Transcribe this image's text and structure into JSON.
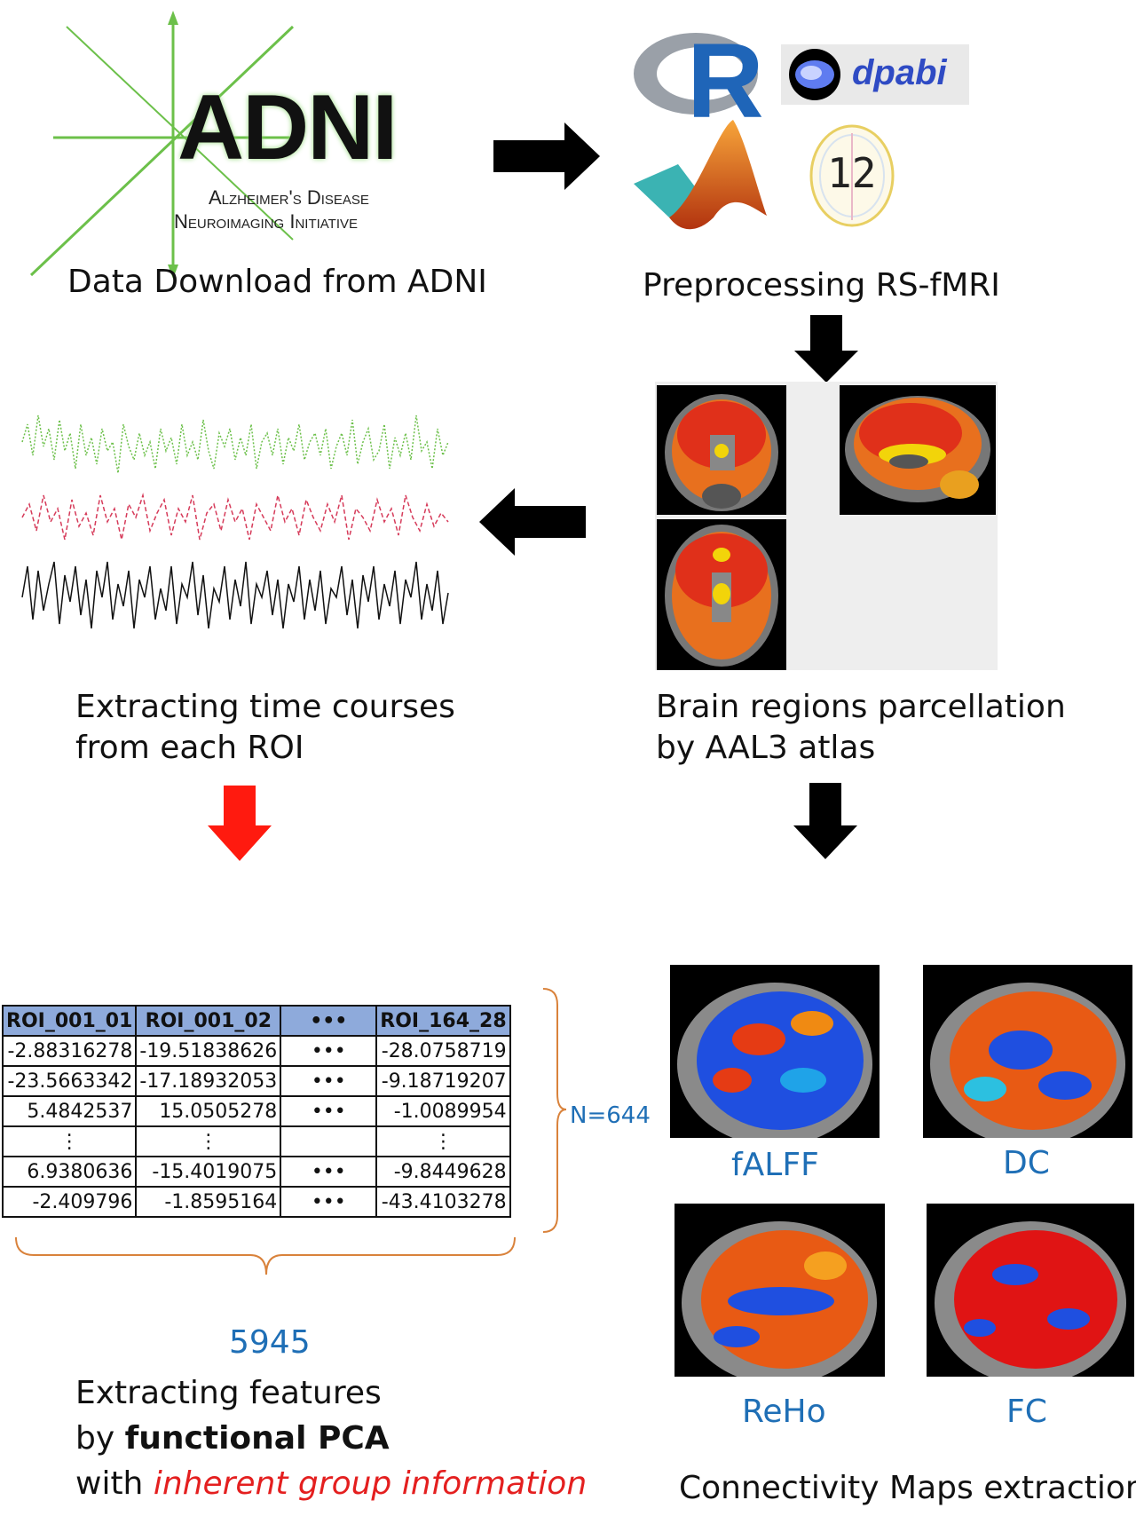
{
  "adni": {
    "logo_main": "ADNI",
    "logo_line1": "Alzheimer's Disease",
    "logo_line2": "Neuroimaging Initiative"
  },
  "tools": {
    "r_logo": "R",
    "dpabi_logo": "dpabi",
    "spm_logo": "12"
  },
  "steps": {
    "download": "Data Download from ADNI",
    "preprocess": "Preprocessing RS-fMRI",
    "parcellation_line1": "Brain regions parcellation",
    "parcellation_line2": "by AAL3 atlas",
    "timecourse_line1": "Extracting time courses",
    "timecourse_line2": "from each ROI",
    "connectivity": "Connectivity Maps extraction",
    "features_line1": "Extracting features",
    "features_line2_prefix": "by ",
    "features_line2_bold": "functional PCA",
    "features_line3_prefix": "with ",
    "features_line3_italic": "inherent group information"
  },
  "maps": [
    "fALFF",
    "DC",
    "ReHo",
    "FC"
  ],
  "table": {
    "headers": [
      "ROI_001_01",
      "ROI_001_02",
      "•••",
      "ROI_164_28"
    ],
    "rows": [
      [
        "-2.88316278",
        "-19.51838626",
        "•••",
        "-28.0758719"
      ],
      [
        "-23.5663342",
        "-17.18932053",
        "•••",
        "-9.18719207"
      ],
      [
        "5.4842537",
        "15.0505278",
        "•••",
        "-1.0089954"
      ],
      [
        "⋮",
        "⋮",
        "",
        "⋮"
      ],
      [
        "6.9380636",
        "-15.4019075",
        "•••",
        "-9.8449628"
      ],
      [
        "-2.409796",
        "-1.8595164",
        "•••",
        "-43.4103278"
      ]
    ],
    "n_label": "N=644",
    "width_label": "5945"
  },
  "colors": {
    "accent_blue": "#1f6fb6",
    "highlight_red": "#e41f1f",
    "table_header": "#8eaadb",
    "brace": "#d9823b"
  }
}
